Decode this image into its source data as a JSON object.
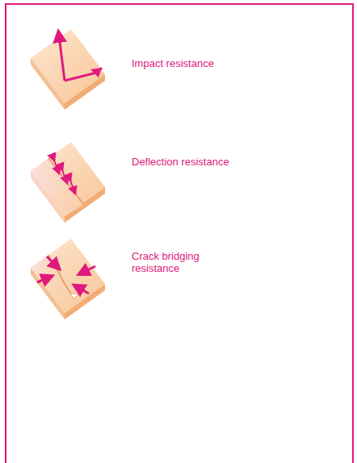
{
  "diagram": {
    "labels": [
      "Impact resistance",
      "Deflection resistance",
      "Crack bridging resistance"
    ]
  }
}
